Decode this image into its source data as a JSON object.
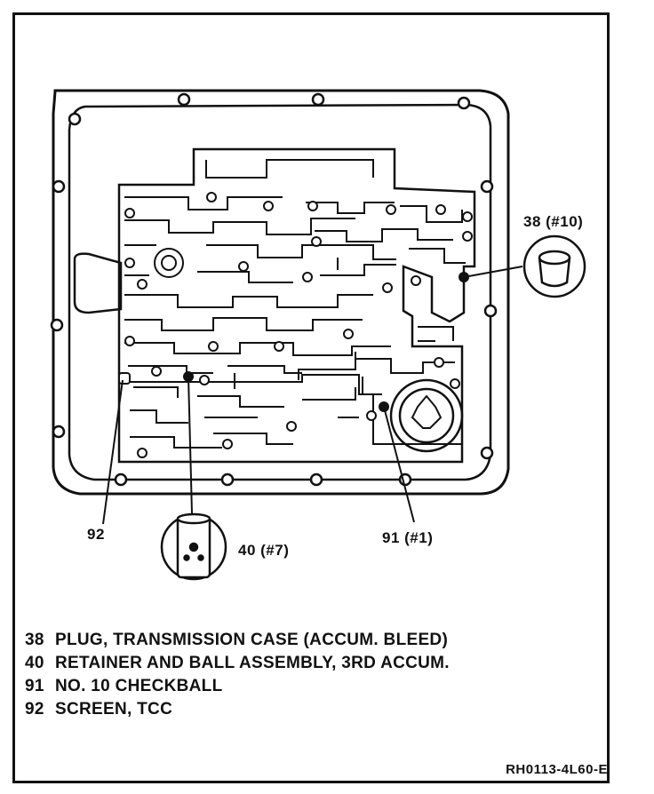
{
  "callouts": {
    "c38": "38 (#10)",
    "c40": "40 (#7)",
    "c91": "91 (#1)",
    "c92": "92"
  },
  "legend": [
    {
      "num": "38",
      "text": "PLUG, TRANSMISSION CASE (ACCUM. BLEED)"
    },
    {
      "num": "40",
      "text": "RETAINER AND BALL ASSEMBLY, 3RD ACCUM."
    },
    {
      "num": "91",
      "text": "NO. 10 CHECKBALL"
    },
    {
      "num": "92",
      "text": "SCREEN, TCC"
    }
  ],
  "figure_code": "RH0113-4L60-E"
}
